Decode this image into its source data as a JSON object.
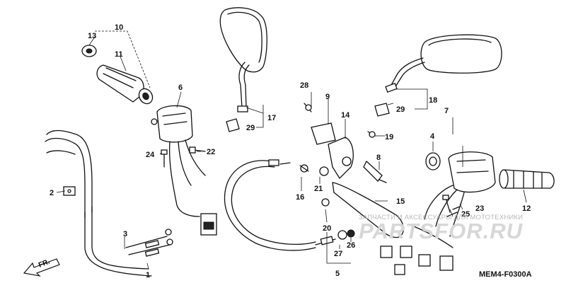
{
  "diagram": {
    "code": "MEM4-F0300A",
    "front_arrow_label": "FR.",
    "watermark": {
      "tagline": "ЗАПЧАСТИ И АКСЕССУАРЫ ДЛЯ МОТОТЕХНИКИ",
      "logo": "PARTSFOR.RU"
    },
    "callouts": {
      "c1": "1",
      "c2": "2",
      "c3": "3",
      "c4": "4",
      "c5": "5",
      "c6": "6",
      "c7": "7",
      "c8": "8",
      "c9": "9",
      "c10": "10",
      "c11": "11",
      "c12": "12",
      "c13": "13",
      "c14": "14",
      "c15": "15",
      "c16": "16",
      "c17": "17",
      "c18": "18",
      "c19": "19",
      "c20": "20",
      "c21": "21",
      "c22": "22",
      "c23": "23",
      "c24": "24",
      "c25": "25",
      "c26": "26",
      "c27": "27",
      "c28": "28",
      "c29a": "29",
      "c29b": "29"
    }
  }
}
